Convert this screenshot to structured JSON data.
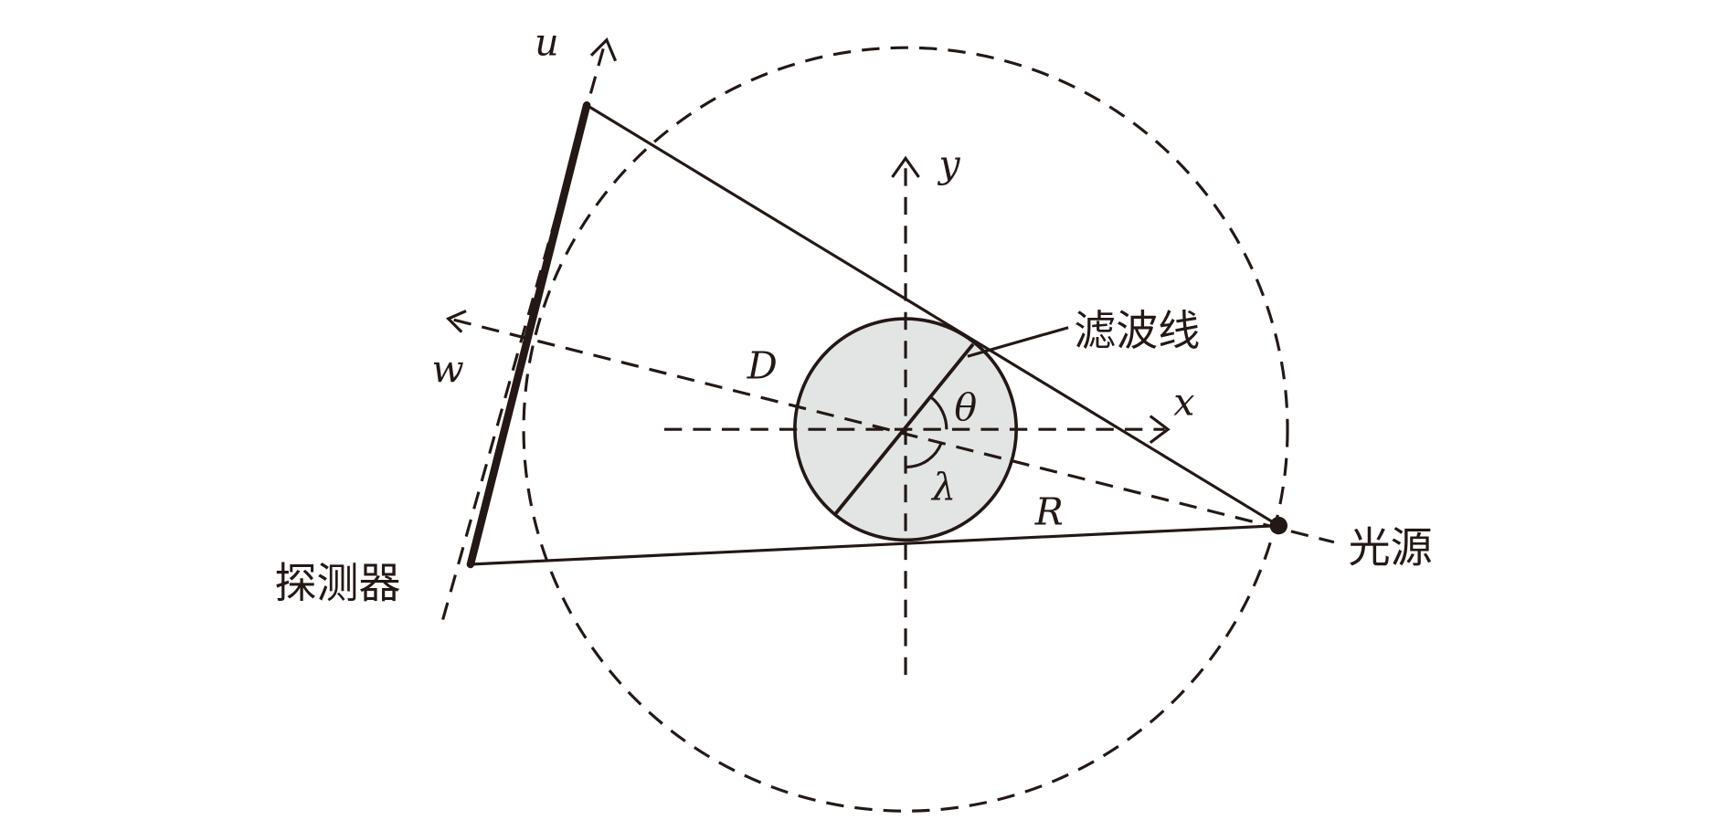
{
  "labels": {
    "u": "u",
    "w": "w",
    "y": "y",
    "x": "x",
    "D": "D",
    "theta": "θ",
    "lambda": "λ",
    "R": "R",
    "filter_line": "滤波线",
    "light_source": "光源",
    "detector": "探测器"
  },
  "colors": {
    "stroke": "#231815",
    "object_fill": "#e3e5e4"
  }
}
